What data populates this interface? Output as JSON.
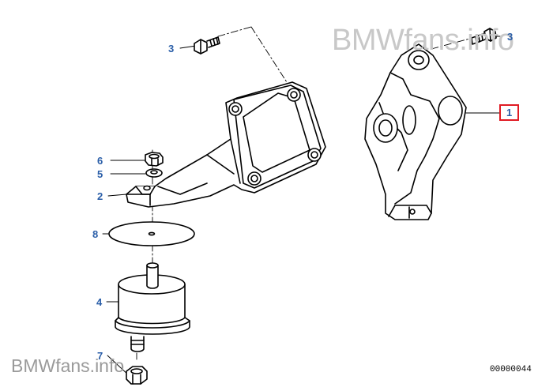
{
  "watermark": {
    "top": "BMWfans.info",
    "bottom": "BMWfans.info"
  },
  "diagram_id": "00000044",
  "highlight_color": "#e01b24",
  "callout_color": "#2a5ea8",
  "callouts": {
    "bracket_right": "1",
    "bracket_left": "2",
    "bolt_top_left": "3",
    "bolt_top_right": "3",
    "engine_mount": "4",
    "washer": "5",
    "nut_top": "6",
    "nut_bottom": "7",
    "heat_shield": "8"
  }
}
